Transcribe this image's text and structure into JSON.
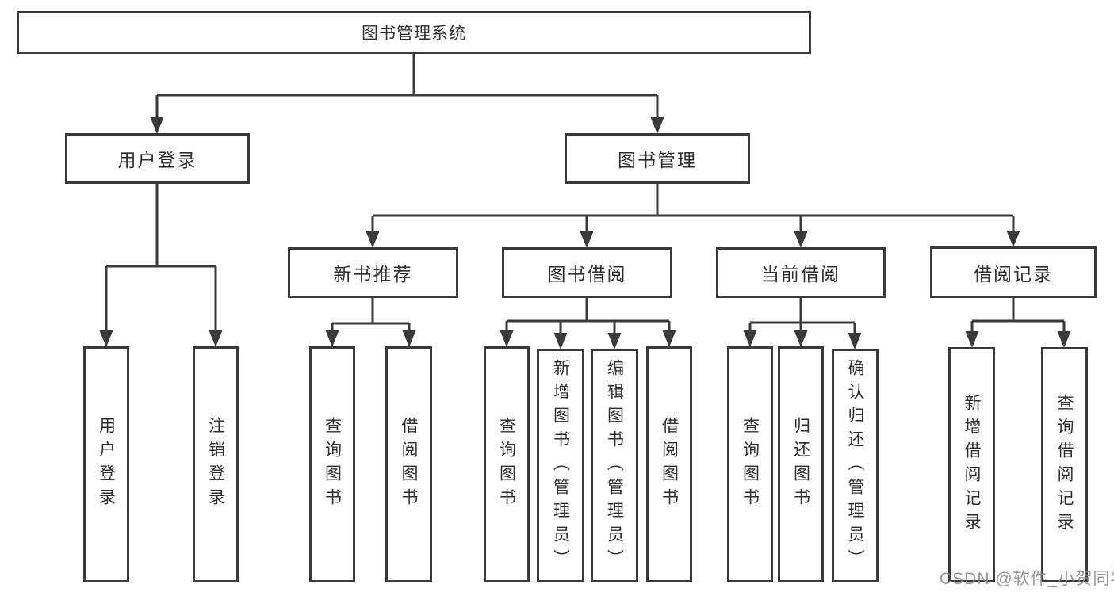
{
  "root": {
    "label": "图书管理系统"
  },
  "user_login": {
    "label": "用户登录",
    "children": [
      {
        "label": "用户登录"
      },
      {
        "label": "注销登录"
      }
    ]
  },
  "book_management": {
    "label": "图书管理",
    "groups": [
      {
        "label": "新书推荐",
        "children": [
          {
            "label": "查询图书"
          },
          {
            "label": "借阅图书"
          }
        ]
      },
      {
        "label": "图书借阅",
        "children": [
          {
            "label": "查询图书"
          },
          {
            "label": "新增图书（管理员）"
          },
          {
            "label": "编辑图书（管理员）"
          },
          {
            "label": "借阅图书"
          }
        ]
      },
      {
        "label": "当前借阅",
        "children": [
          {
            "label": "查询图书"
          },
          {
            "label": "归还图书"
          },
          {
            "label": "确认归还（管理员）"
          }
        ]
      },
      {
        "label": "借阅记录",
        "children": [
          {
            "label": "新增借阅记录"
          },
          {
            "label": "查询借阅记录"
          }
        ]
      }
    ]
  },
  "watermark": {
    "text": "CSDN @软件_小贺同学"
  },
  "colors": {
    "line": "#3a3a3a",
    "text": "#2e2e2e",
    "background": "#ffffff",
    "watermark": "#868686"
  }
}
